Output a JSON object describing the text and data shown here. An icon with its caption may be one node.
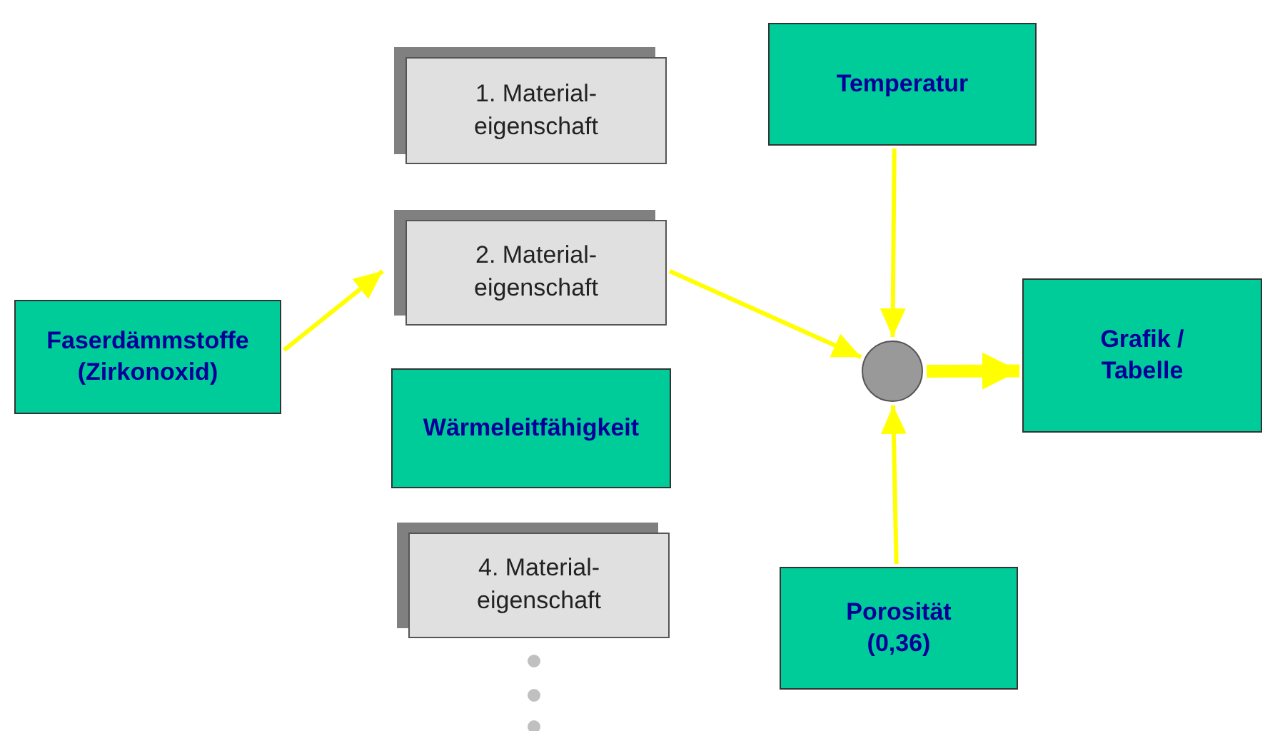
{
  "diagram": {
    "nodes": [
      {
        "text": [
          "Faserdämmstoffe (Zirkonoxid)"
        ]
      },
      {
        "text": [
          "1. Material- eigenschaft"
        ]
      },
      {
        "text": [
          "2. Material- eigenschaft"
        ]
      },
      {
        "text": [
          "Wärmeleitfähigkeit"
        ]
      },
      {
        "text": [
          "4. Material- eigenschaft"
        ]
      },
      {
        "text": [
          "Temperatur"
        ]
      },
      {
        "text": [],
        "shape": "circle"
      },
      {
        "text": [
          "Grafik / Tabelle"
        ]
      },
      {
        "text": [
          "Porosität (0,36)"
        ]
      }
    ],
    "edges": [
      {
        "from": 0,
        "to": 2,
        "arrow": "to",
        "color": "#ffff00"
      },
      {
        "from": 2,
        "to": 6,
        "arrow": "to",
        "color": "#ffff00"
      },
      {
        "from": 5,
        "to": 6,
        "arrow": "to",
        "color": "#ffff00"
      },
      {
        "from": 8,
        "to": 6,
        "arrow": "to",
        "color": "#ffff00"
      },
      {
        "from": 6,
        "to": 7,
        "arrow": "to",
        "style": "thick",
        "color": "#ffff00"
      }
    ]
  }
}
